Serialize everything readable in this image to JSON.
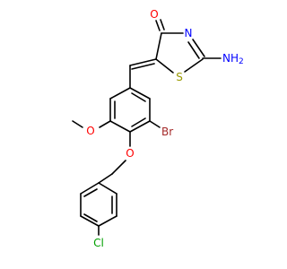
{
  "atom_labels": {
    "carbonyl_oxygen": "O",
    "ring_nitrogen": "N",
    "amino_group": "NH",
    "amino_subscript": "2",
    "ring_sulfur": "S",
    "methoxy_oxygen": "O",
    "bromine": "Br",
    "ether_oxygen": "O",
    "chlorine": "Cl"
  },
  "colors": {
    "bond": "#000000",
    "oxygen": "#ff0000",
    "nitrogen": "#0000ff",
    "sulfur": "#999900",
    "bromine": "#a52a2a",
    "chlorine": "#00a000",
    "background": "#ffffff"
  }
}
